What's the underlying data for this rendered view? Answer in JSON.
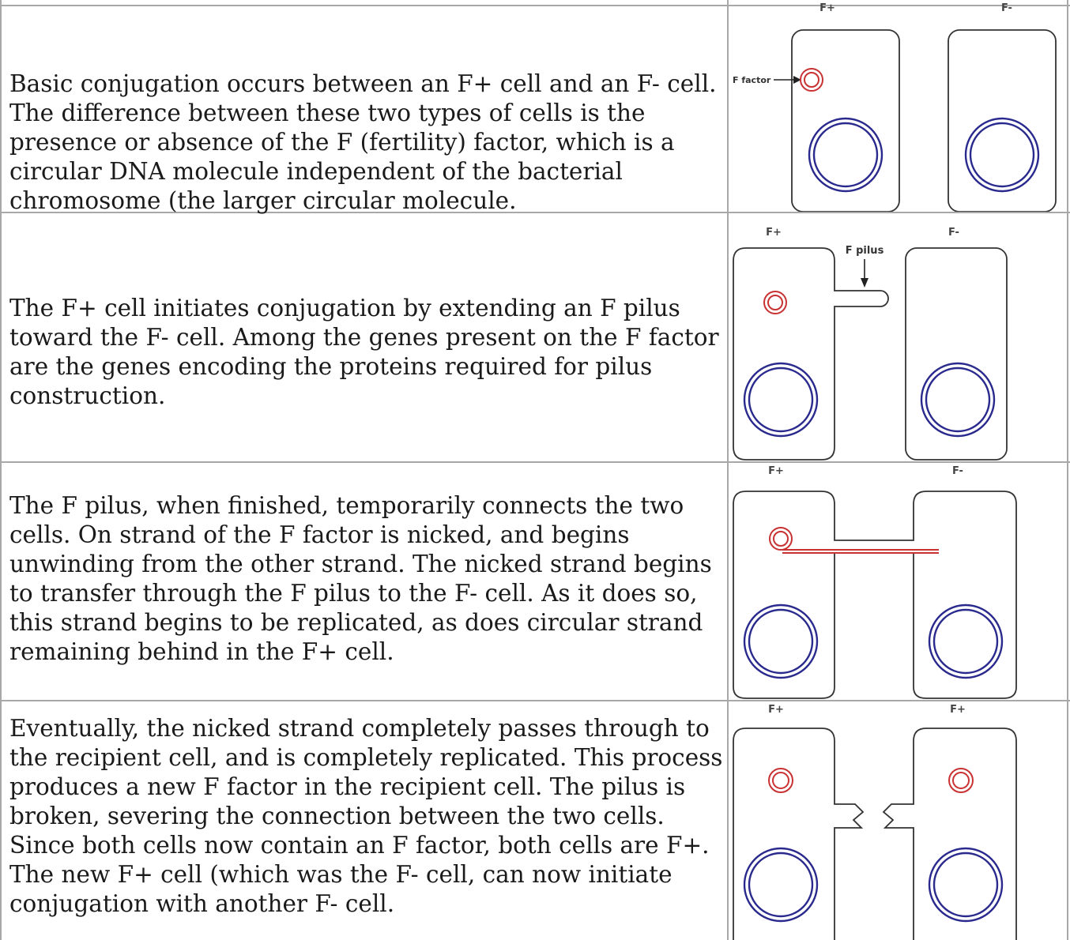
{
  "rows": [
    {
      "text": "Basic conjugation occurs between an F+ cell and an F- cell. The difference between these two types of cells is the presence or absence of the F (fertility) factor, which is a circular DNA molecule independent of the bacterial chromosome (the larger circular molecule.",
      "figure": {
        "left_label": "F+",
        "right_label": "F-",
        "annotation": "F factor"
      }
    },
    {
      "text": "The F+ cell initiates conjugation by extending an F pilus toward the F- cell. Among the genes present on the F factor are the genes encoding the proteins required for pilus construction.",
      "figure": {
        "left_label": "F+",
        "right_label": "F-",
        "annotation": "F pilus"
      }
    },
    {
      "text": "The F pilus, when finished, temporarily connects the two cells. On strand of the F factor is nicked, and begins unwinding from the other strand. The nicked strand begins to transfer through the F pilus to the F- cell. As it does so, this strand begins to be replicated, as does circular strand remaining behind in the F+ cell.",
      "figure": {
        "left_label": "F+",
        "right_label": "F-"
      }
    },
    {
      "text": "Eventually, the nicked strand completely passes through to the recipient cell, and is completely replicated. This process produces a new F factor in the recipient cell. The pilus is broken, severing the connection between the two cells. Since both cells now contain an F factor, both cells are F+. The new F+ cell (which was the F- cell, can now initiate conjugation with another F- cell.",
      "figure": {
        "left_label": "F+",
        "right_label": "F+"
      }
    }
  ],
  "colors": {
    "border": "#a8a8a8",
    "chromosome": "#2a2a8e",
    "plasmid": "#c83232",
    "cell_outline": "#333333"
  }
}
